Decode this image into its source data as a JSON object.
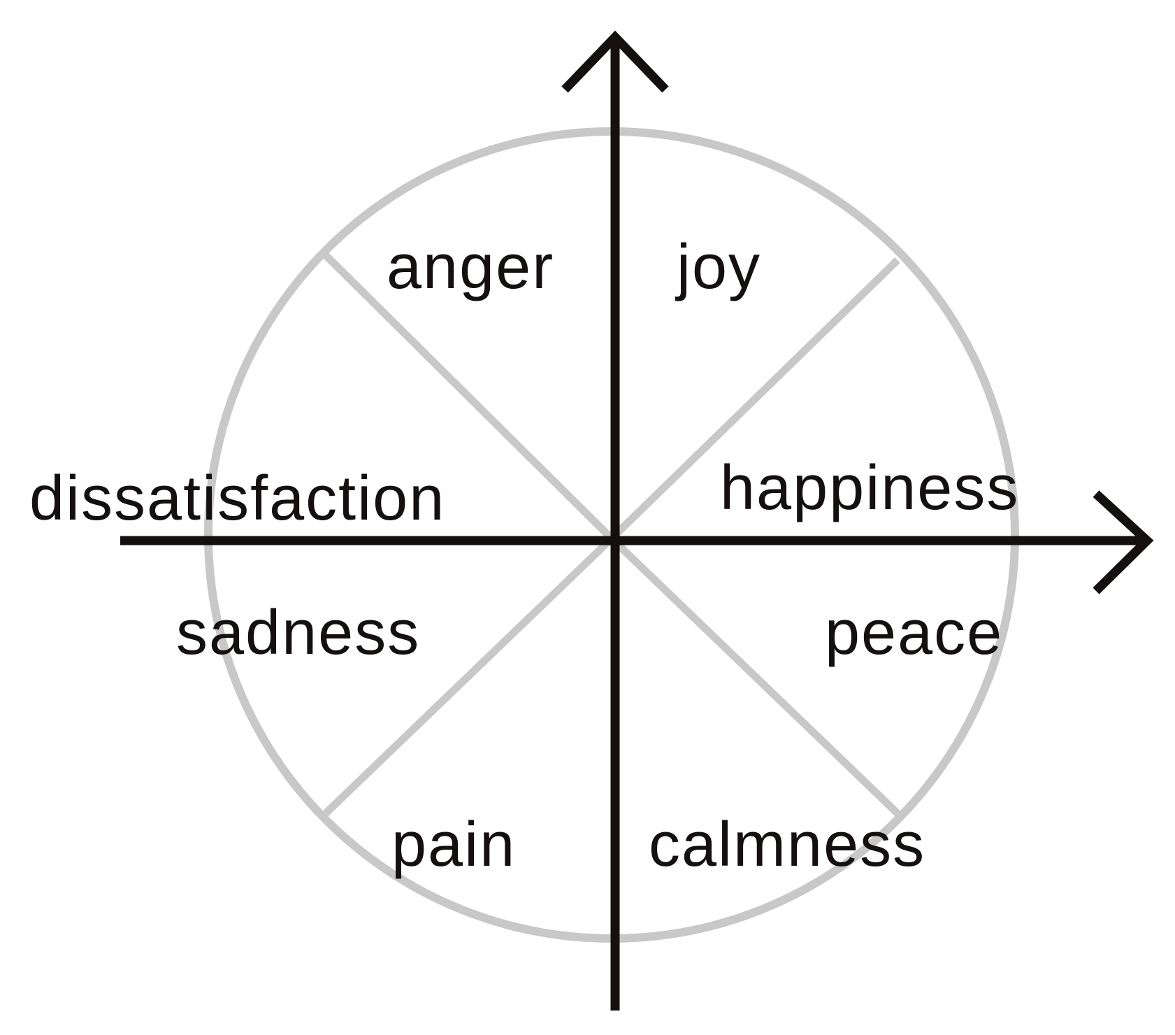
{
  "diagram": {
    "labels": {
      "anger": "anger",
      "joy": "joy",
      "dissatisfaction": "dissatisfaction",
      "happiness": "happiness",
      "sadness": "sadness",
      "peace": "peace",
      "pain": "pain",
      "calmness": "calmness"
    },
    "colors": {
      "axis": "#141010",
      "circle": "#c8c8c8",
      "divider": "#c8c8c8",
      "text": "#141010",
      "background": "#ffffff"
    }
  }
}
